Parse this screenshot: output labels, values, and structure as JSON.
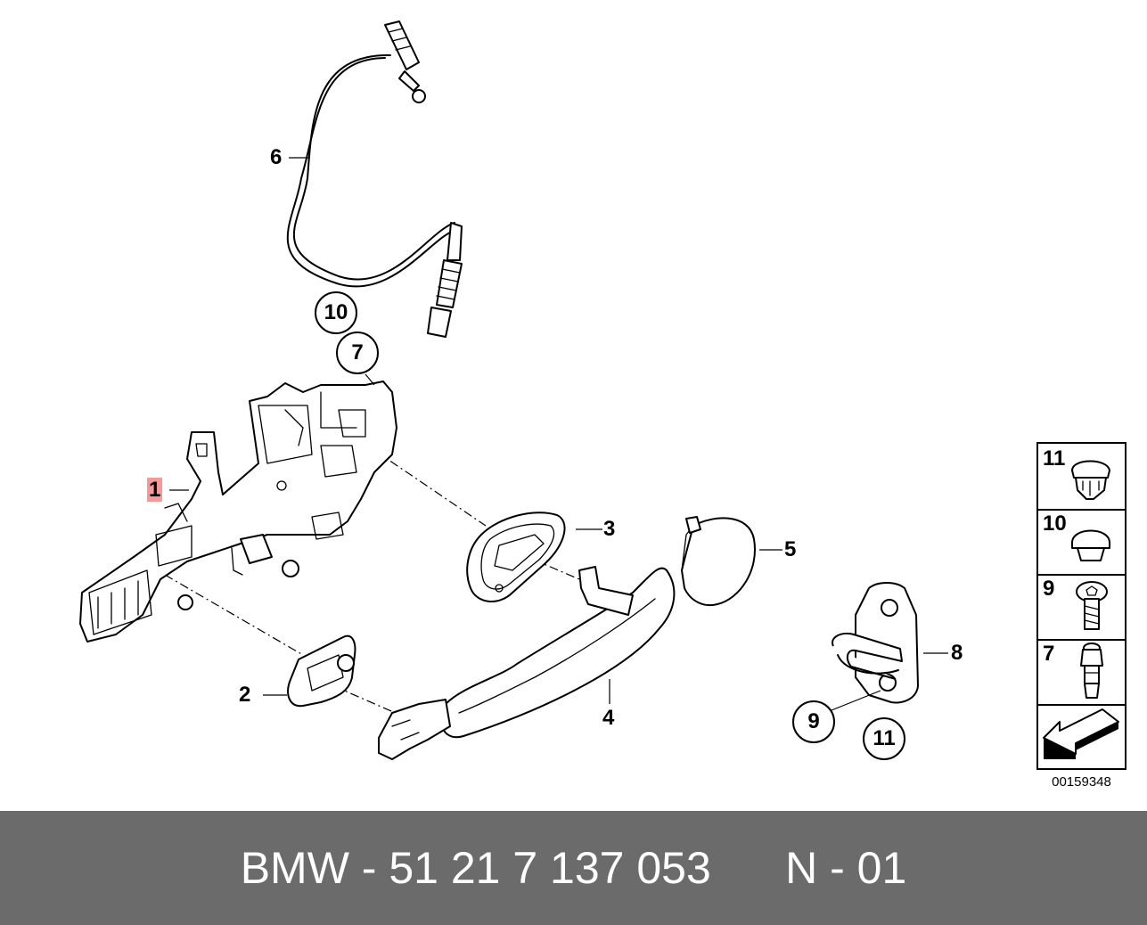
{
  "callouts": {
    "c1": "1",
    "c2": "2",
    "c3": "3",
    "c4": "4",
    "c5": "5",
    "c6": "6",
    "c8": "8",
    "c7": "7",
    "c9": "9",
    "c10": "10",
    "c11": "11"
  },
  "legend": {
    "items": [
      {
        "label": "11",
        "icon": "cap-plug-icon"
      },
      {
        "label": "10",
        "icon": "round-plug-icon"
      },
      {
        "label": "9",
        "icon": "torx-screw-icon"
      },
      {
        "label": "7",
        "icon": "socket-bolt-icon"
      },
      {
        "label": "",
        "icon": "arrow-icon"
      }
    ]
  },
  "diagram_code": "00159348",
  "footer": {
    "part_number": "BMW - 51 21 7 137 053",
    "note": "N - 01"
  },
  "colors": {
    "highlight": "#f49a9a",
    "footer_bg": "#6b6b6b",
    "footer_text": "#ffffff"
  }
}
